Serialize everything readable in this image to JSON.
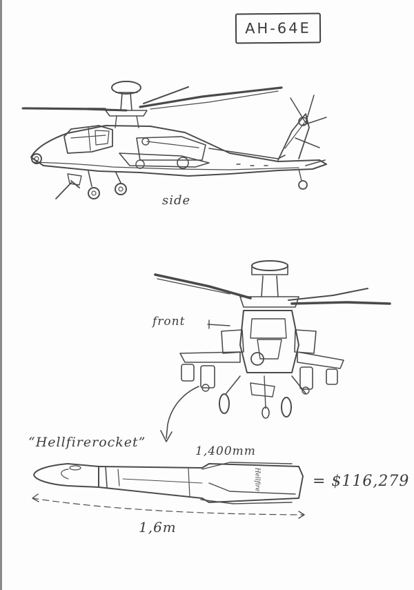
{
  "sketch": {
    "title": "AH-64E",
    "side_label": "side",
    "front_label": "front",
    "missile_label": "“Hellfirerocket”",
    "missile_marking": "Hellfire",
    "diameter_label": "1,400mm",
    "price_label": "= $116,279",
    "length_label": "1,6m"
  },
  "colors": {
    "ink": "#4a4a4a",
    "paper": "#fdfdfd",
    "page_edge": "#8a8a8a"
  }
}
